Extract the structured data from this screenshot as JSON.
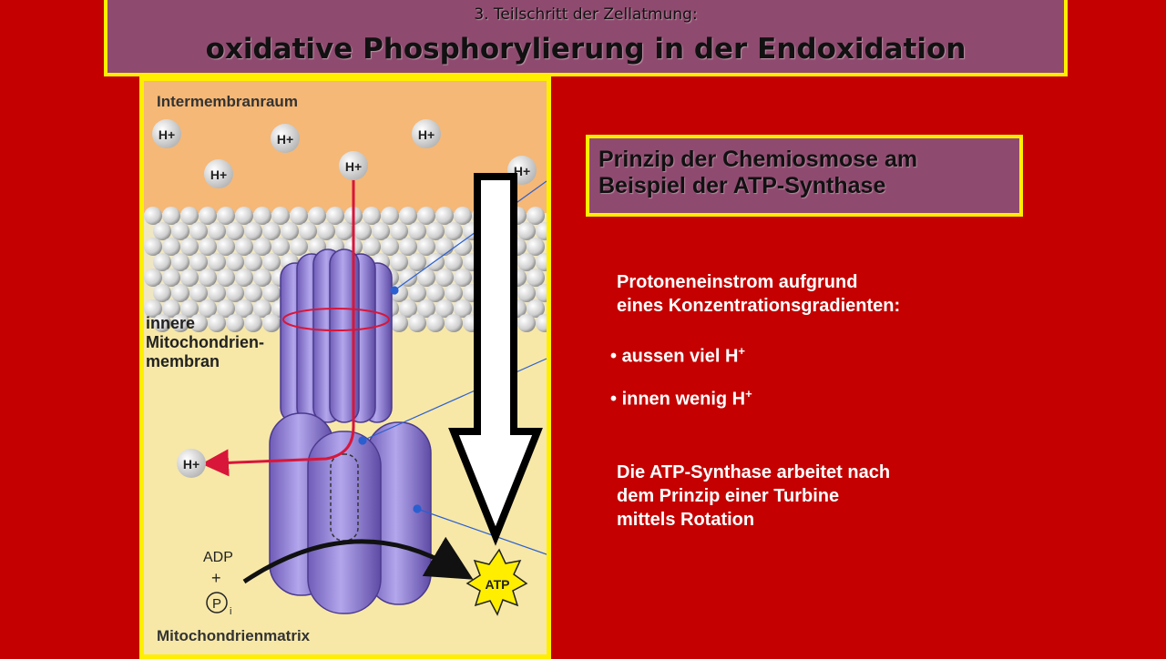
{
  "header": {
    "subtitle": "3. Teilschritt der Zellatmung:",
    "title": "oxidative Phosphorylierung in der Endoxidation"
  },
  "figure": {
    "label_intermembrane": "Intermembranraum",
    "label_membrane_1": "innere",
    "label_membrane_2": "Mitochondrien-",
    "label_membrane_3": "membran",
    "label_matrix": "Mitochondrienmatrix",
    "proton_label": "H+",
    "adp_label": "ADP",
    "plus_label": "+",
    "pi_label": "P",
    "pi_sub": "i",
    "atp_label": "ATP"
  },
  "principle_box": {
    "line1": "Prinzip der Chemiosmose am",
    "line2": "Beispiel der ATP-Synthase"
  },
  "content": {
    "intro_line1": "Protoneneinstrom aufgrund",
    "intro_line2": "eines Konzentrationsgradienten:",
    "bullet1": "aussen viel H",
    "bullet2": "innen wenig H",
    "sup_plus": "+",
    "turbine_line1": "Die ATP-Synthase arbeitet nach",
    "turbine_line2": "dem Prinzip einer Turbine",
    "turbine_line3": "mittels Rotation"
  },
  "colors": {
    "background": "#c40000",
    "box_fill": "#8f4b6f",
    "frame": "#ffee00",
    "protein": "#8b78d0",
    "proton_arrow": "#d8163a"
  }
}
